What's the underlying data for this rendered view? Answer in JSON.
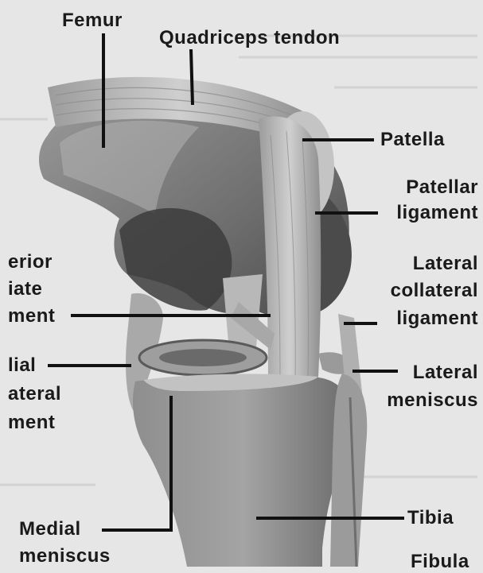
{
  "labels": {
    "femur": "Femur",
    "quadriceps_tendon": "Quadriceps tendon",
    "patella": "Patella",
    "patellar_ligament_1": "Patellar",
    "patellar_ligament_2": "ligament",
    "lateral_collateral_1": "Lateral",
    "lateral_collateral_2": "collateral",
    "lateral_collateral_3": "ligament",
    "lateral_meniscus_1": "Lateral",
    "lateral_meniscus_2": "meniscus",
    "tibia": "Tibia",
    "fibula": "Fibula",
    "medial_meniscus_1": "Medial",
    "medial_meniscus_2": "meniscus",
    "anterior_cruciate_1": "erior",
    "anterior_cruciate_2": "iate",
    "anterior_cruciate_3": "ment",
    "medial_collateral_1": "lial",
    "medial_collateral_2": "ateral",
    "medial_collateral_3": "ment"
  },
  "colors": {
    "background": "#e6e6e6",
    "bone": "#8a8a8a",
    "ligament": "#b5b5b5",
    "shadow": "#3a3a3a",
    "leader": "#111111"
  }
}
